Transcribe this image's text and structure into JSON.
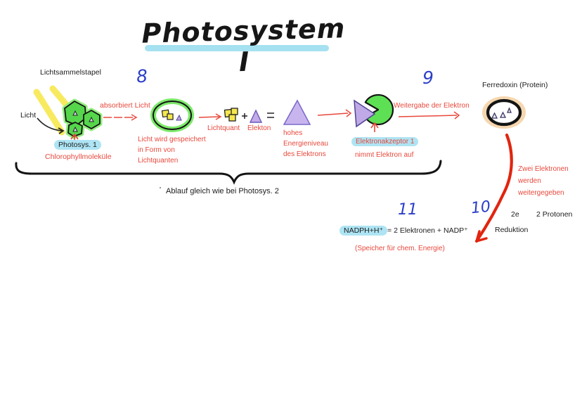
{
  "title": {
    "text": "Photosystem I"
  },
  "steps": {
    "n8": "8",
    "n9": "9",
    "n10": "10",
    "n11": "11"
  },
  "light_stage": {
    "stack_label": "Lichtsammelstapel",
    "licht": "Licht",
    "absorbiert": "absorbiert Licht",
    "photosys_pill": "Photosys. 1",
    "chlorophyll": "Chlorophyllmoleküle"
  },
  "storage_stage": {
    "lines": [
      "Licht wird gespeichert",
      "in Form von",
      "Lichtquanten"
    ],
    "lichtquant_label": "Lichtquant",
    "elekton_label": "Elekton"
  },
  "energy_stage": {
    "lines": [
      "hohes",
      "Energieniveau",
      "des Elektrons"
    ]
  },
  "acceptor_stage": {
    "pill": "Elektronakzeptor 1",
    "sub": "nimmt Elektron auf",
    "weitergabe": "Weitergabe der Elektron"
  },
  "ferredoxin_stage": {
    "label": "Ferredoxin (Protein)",
    "transfer_lines": [
      "Zwei Elektronen",
      "werden",
      "weitergegeben"
    ],
    "electrons": "2e",
    "protons": "2 Protonen",
    "reduktion": "Reduktion"
  },
  "nadph": {
    "highlight": "NADPH+H⁺",
    "rest": "= 2 Elektronen + NADP⁺",
    "note": "(Speicher für chem. Energie)"
  },
  "brace_label": "Ablauf gleich wie bei Photosys. 2",
  "icons": {
    "chlorophyll-hexagons": "three green hexagons with electron triangles",
    "light-rays": "yellow highlighter strokes",
    "lichtquant-squares": "overlapping yellow squares",
    "elektron-triangle": "purple triangle",
    "acceptor-pacman": "green circle with wedge receiving triangle",
    "ferredoxin-oval": "black oval with peach glow and three triangles"
  },
  "colors": {
    "red_label": "#e8483c",
    "blue_ink": "#2b3fc8",
    "cyan_highlight": "#aee4f3",
    "yellow_highlighter": "#f8ea5f",
    "green_fill": "#55d64b",
    "green_glow": "#93ee7f",
    "purple_fill": "#c7b3ec",
    "peach_glow": "#f5d7af",
    "arrow_red": "#e1250f"
  }
}
